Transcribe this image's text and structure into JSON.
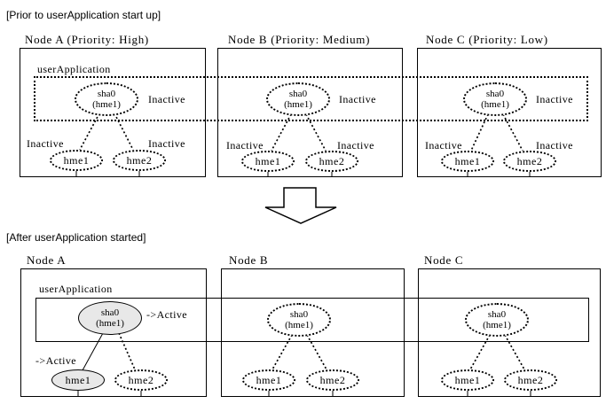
{
  "colors": {
    "active_fill": "#e8e8e8",
    "line": "#000000",
    "background": "#ffffff"
  },
  "sections": [
    {
      "title": "[Prior to userApplication start up]",
      "app_label": "userApplication",
      "nodes": [
        {
          "title": "Node A (Priority: High)",
          "sha0": {
            "name": "sha0",
            "device": "(hme1)",
            "status": "Inactive",
            "state": "inactive"
          },
          "nics": [
            {
              "name": "hme1",
              "status": "Inactive",
              "state": "inactive"
            },
            {
              "name": "hme2",
              "status": "Inactive",
              "state": "inactive"
            }
          ]
        },
        {
          "title": "Node B (Priority: Medium)",
          "sha0": {
            "name": "sha0",
            "device": "(hme1)",
            "status": "Inactive",
            "state": "inactive"
          },
          "nics": [
            {
              "name": "hme1",
              "status": "Inactive",
              "state": "inactive"
            },
            {
              "name": "hme2",
              "status": "Inactive",
              "state": "inactive"
            }
          ]
        },
        {
          "title": "Node C (Priority: Low)",
          "sha0": {
            "name": "sha0",
            "device": "(hme1)",
            "status": "Inactive",
            "state": "inactive"
          },
          "nics": [
            {
              "name": "hme1",
              "status": "Inactive",
              "state": "inactive"
            },
            {
              "name": "hme2",
              "status": "Inactive",
              "state": "inactive"
            }
          ]
        }
      ]
    },
    {
      "title": "[After userApplication started]",
      "app_label": "userApplication",
      "nodes": [
        {
          "title": "Node A",
          "sha0": {
            "name": "sha0",
            "device": "(hme1)",
            "status": "->Active",
            "state": "active"
          },
          "nics": [
            {
              "name": "hme1",
              "status": "->Active",
              "state": "active"
            },
            {
              "name": "hme2",
              "state": "standby"
            }
          ]
        },
        {
          "title": "Node B",
          "sha0": {
            "name": "sha0",
            "device": "(hme1)",
            "state": "standby"
          },
          "nics": [
            {
              "name": "hme1",
              "state": "standby"
            },
            {
              "name": "hme2",
              "state": "standby"
            }
          ]
        },
        {
          "title": "Node C",
          "sha0": {
            "name": "sha0",
            "device": "(hme1)",
            "state": "standby"
          },
          "nics": [
            {
              "name": "hme1",
              "state": "standby"
            },
            {
              "name": "hme2",
              "state": "standby"
            }
          ]
        }
      ]
    }
  ]
}
